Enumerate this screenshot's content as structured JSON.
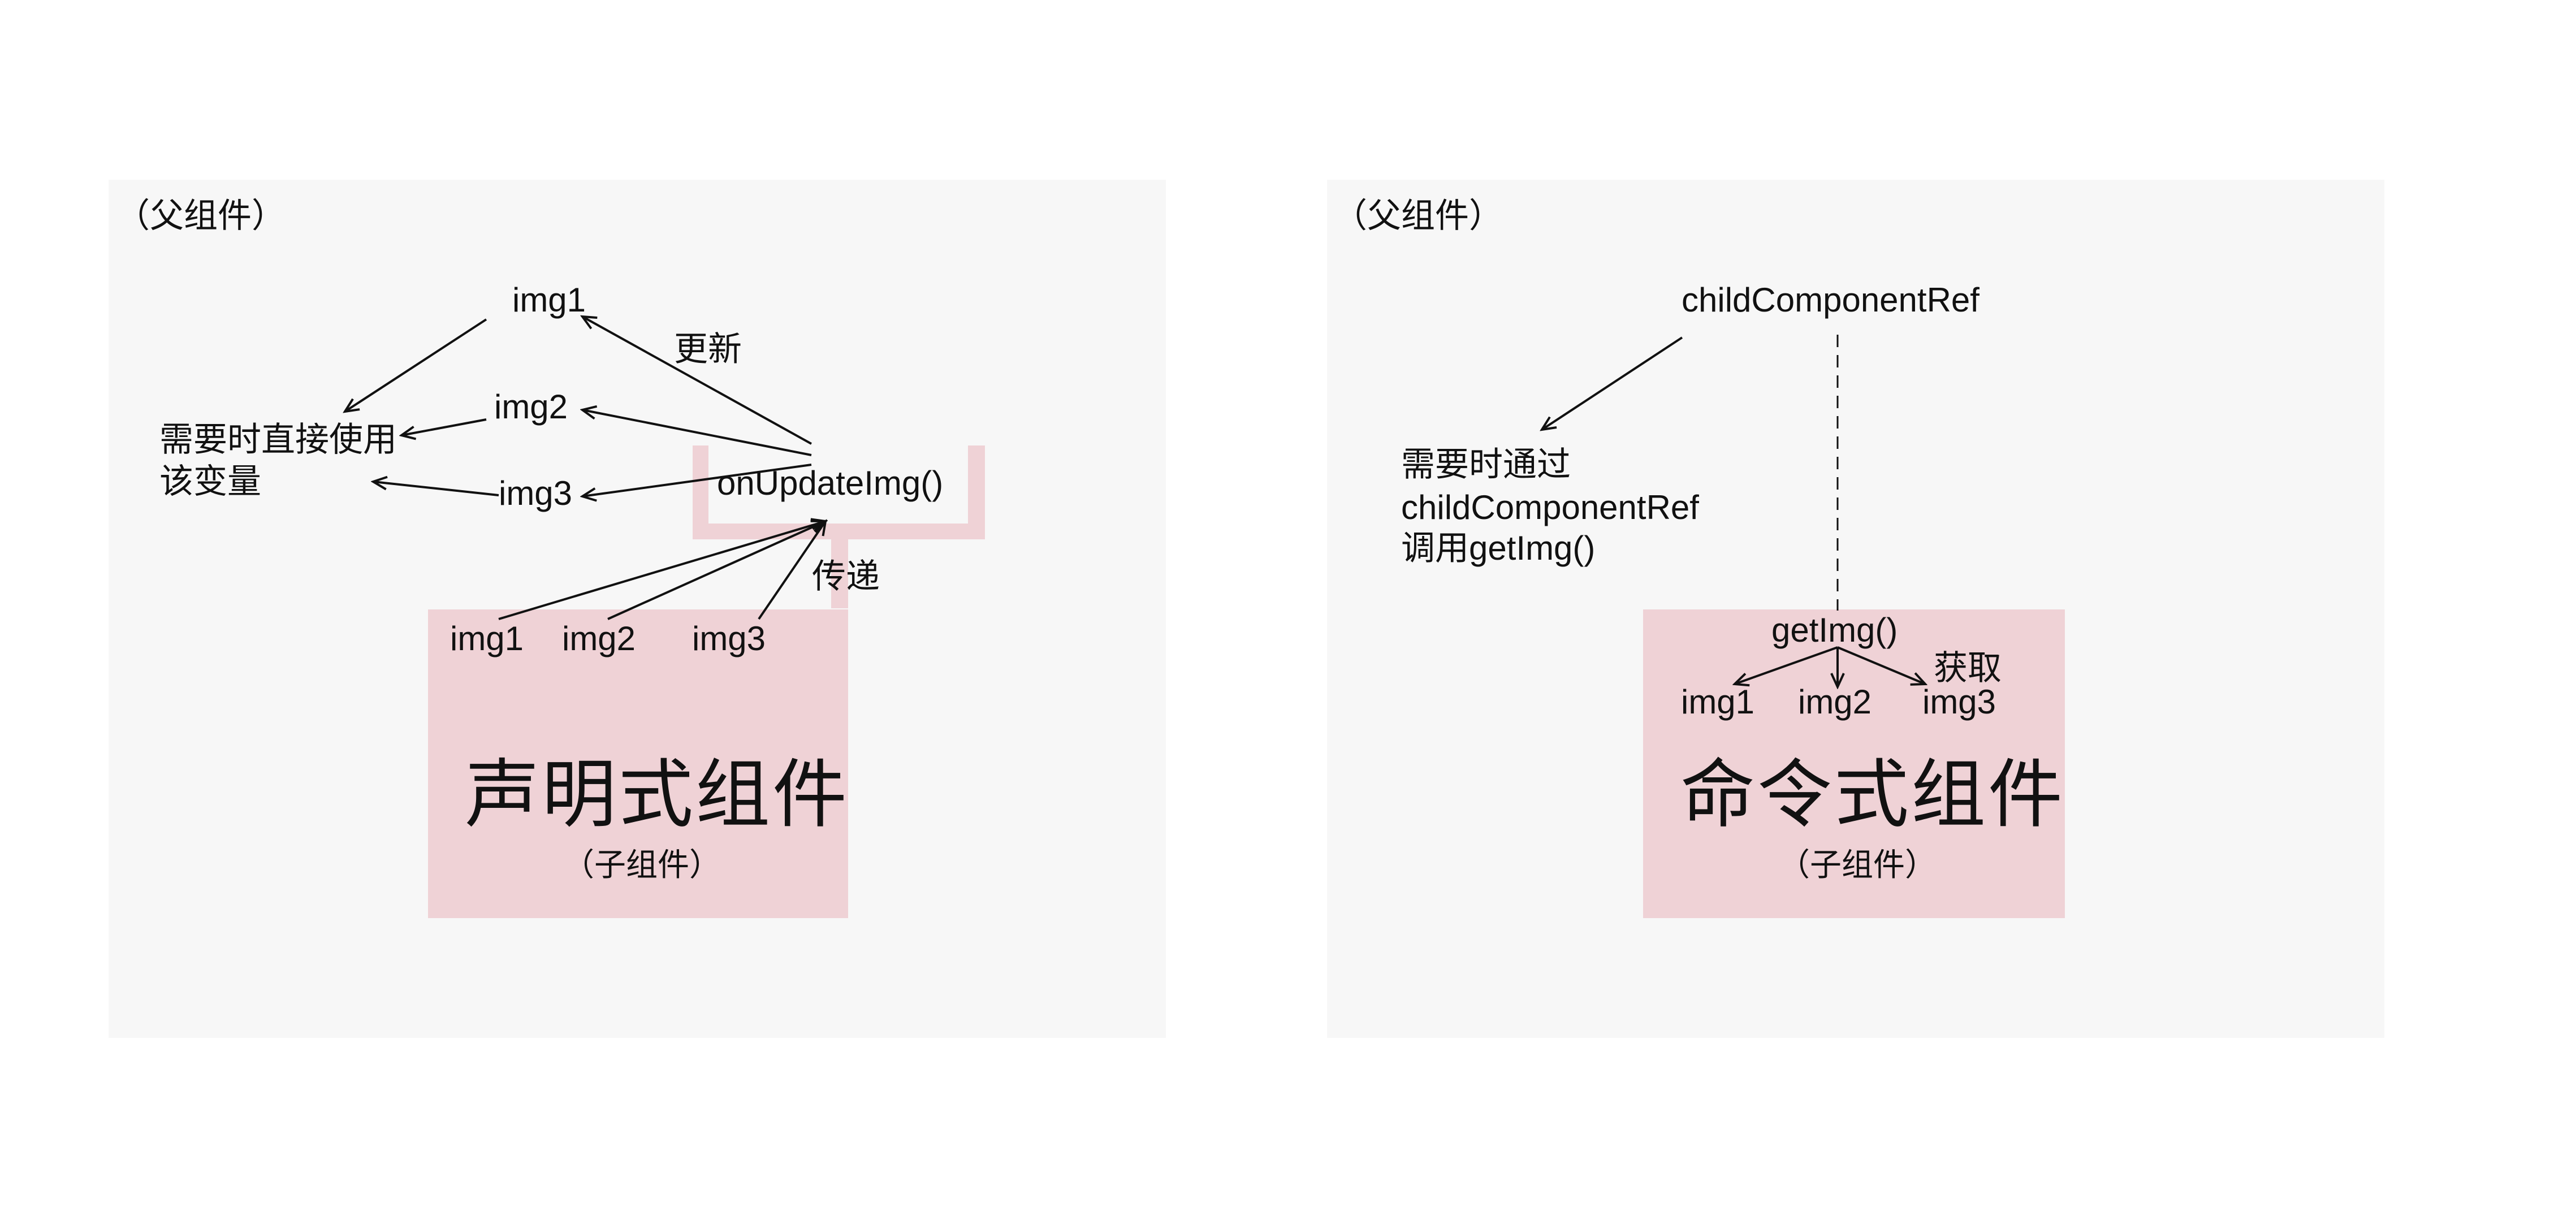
{
  "left": {
    "parent_label": "（父组件）",
    "vars": [
      "img1",
      "img2",
      "img3"
    ],
    "use_note_line1": "需要时直接使用",
    "use_note_line2": "该变量",
    "update_label": "更新",
    "callback": "onUpdateImg()",
    "pass_label": "传递",
    "child_vars": [
      "img1",
      "img2",
      "img3"
    ],
    "child_title": "声明式组件",
    "child_sub": "（子组件）"
  },
  "right": {
    "parent_label": "（父组件）",
    "ref_name": "childComponentRef",
    "note_line1": "需要时通过",
    "note_line2": "childComponentRef",
    "note_line3": "调用getImg()",
    "method": "getImg()",
    "get_label": "获取",
    "child_vars": [
      "img1",
      "img2",
      "img3"
    ],
    "child_title": "命令式组件",
    "child_sub": "（子组件）"
  },
  "colors": {
    "panel": "#f7f7f7",
    "child_box": "#efd2d6",
    "line": "#111111"
  }
}
